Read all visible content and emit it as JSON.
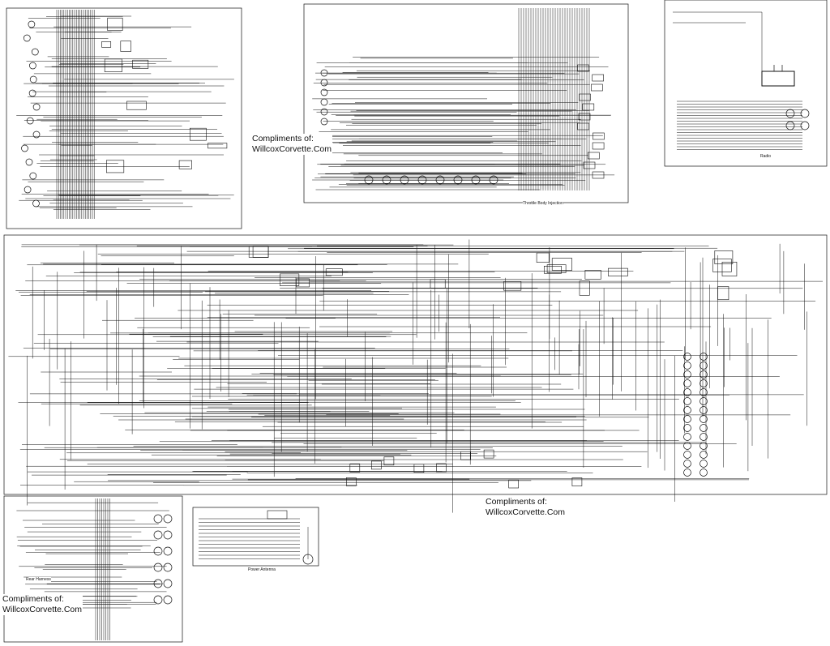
{
  "credits": [
    {
      "line1": "Compliments of:",
      "line2": "WillcoxCorvette.Com"
    },
    {
      "line1": "Compliments of:",
      "line2": "WillcoxCorvette.Com"
    },
    {
      "line1": "Compliments of:",
      "line2": "WillcoxCorvette.Com"
    }
  ],
  "captions": {
    "throttle_body": "Throttle Body Injection",
    "radio": "Radio",
    "rear_harness": "Rear Harness",
    "power_antenna": "Power Antenna"
  },
  "colors": {
    "ink": "#111111",
    "paper": "#ffffff"
  }
}
